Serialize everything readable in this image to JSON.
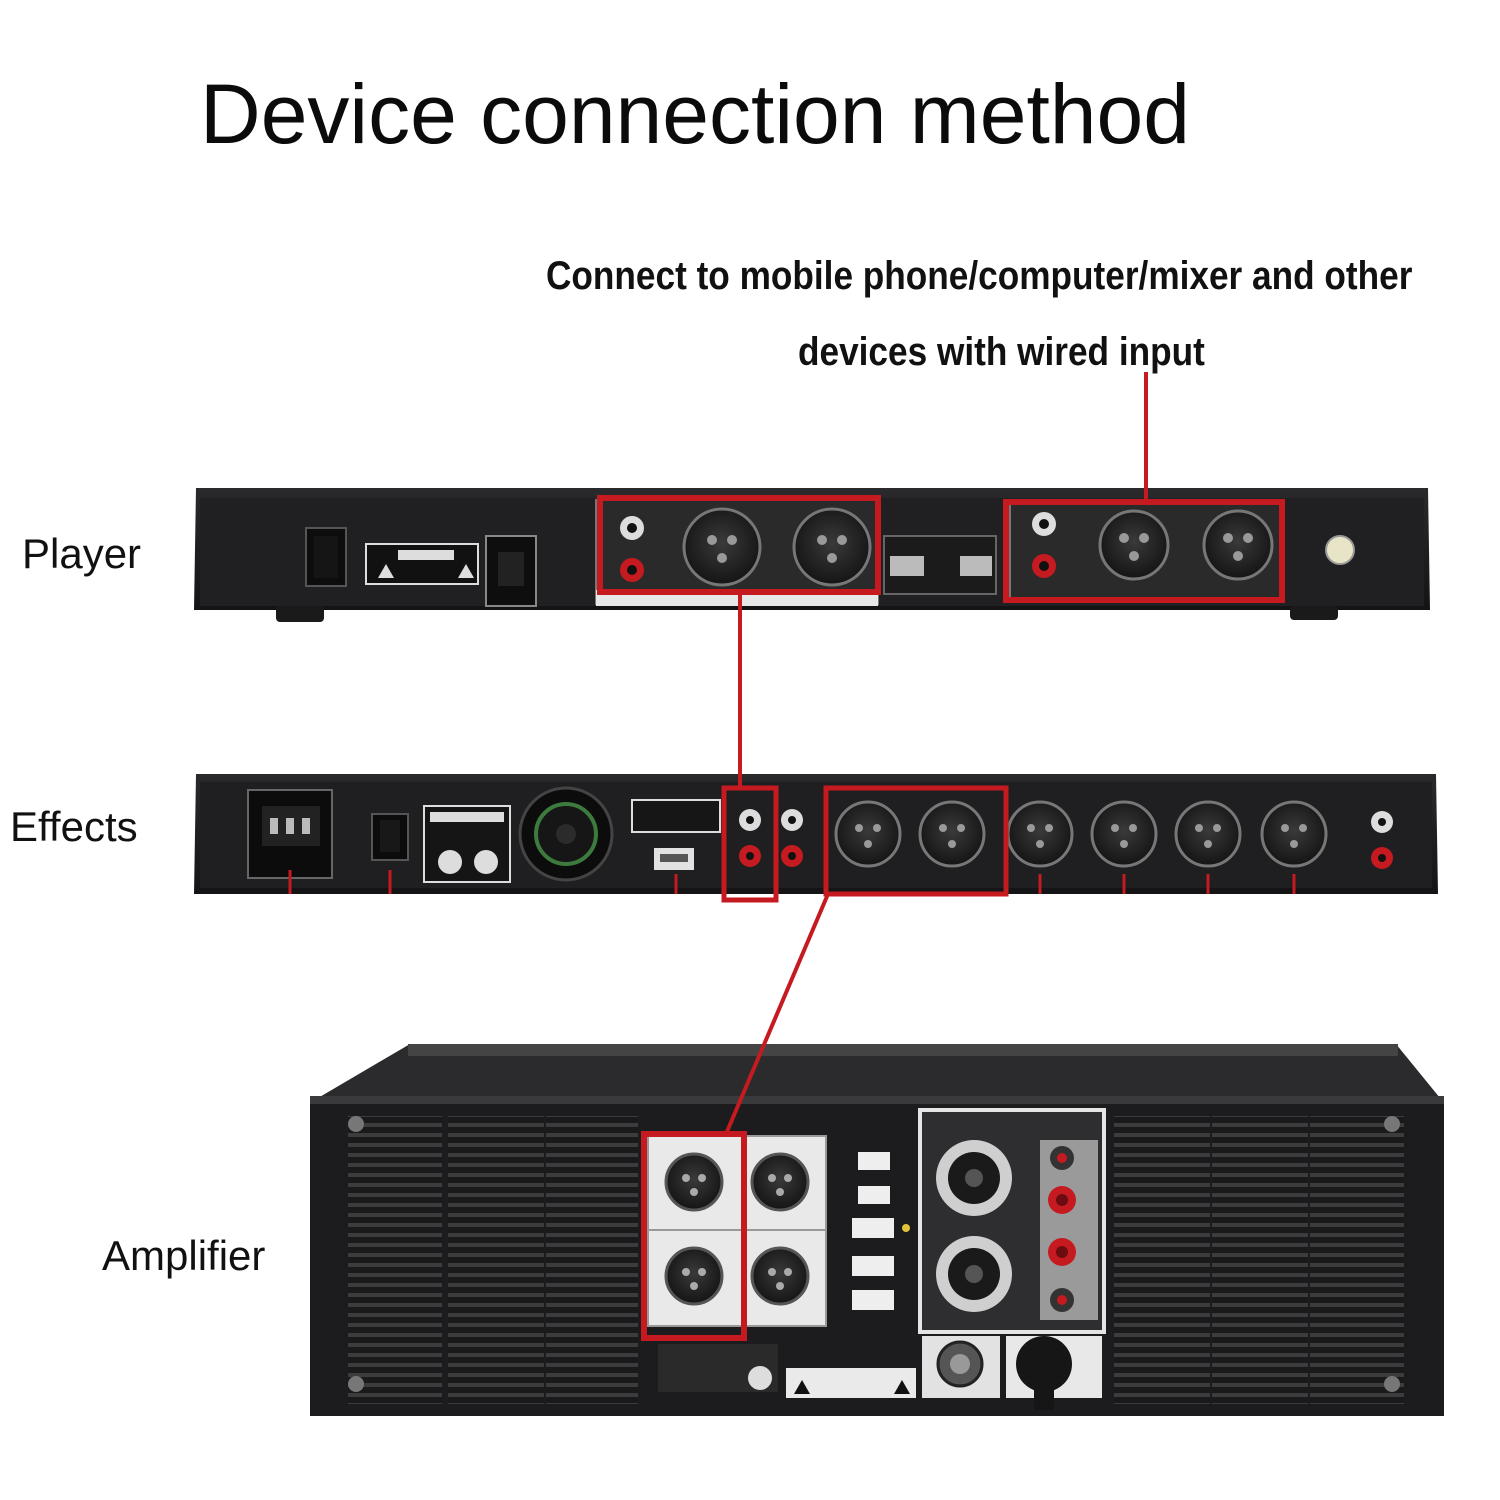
{
  "title": "Device connection method",
  "callout": {
    "line1": "Connect to mobile phone/computer/mixer and other",
    "line2": "devices with wired input"
  },
  "devices": {
    "player": "Player",
    "effects": "Effects",
    "amplifier": "Amplifier"
  },
  "colors": {
    "highlight": "#c51a1f",
    "chassis": "#1c1c1e",
    "background": "#ffffff"
  }
}
